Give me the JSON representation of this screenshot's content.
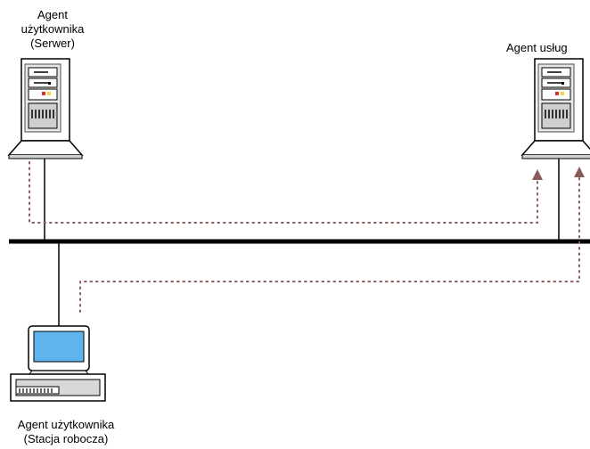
{
  "nodes": {
    "server": {
      "label_lines": [
        "Agent",
        "użytkownika",
        "(Serwer)"
      ]
    },
    "service": {
      "label_lines": [
        "Agent usług"
      ]
    },
    "workstation": {
      "label_lines": [
        "Agent użytkownika",
        "(Stacja robocza)"
      ]
    }
  },
  "colors": {
    "lines": "#000000",
    "flow_dots": "#8a5a5a",
    "monitor_screen": "#5fb4ee"
  }
}
